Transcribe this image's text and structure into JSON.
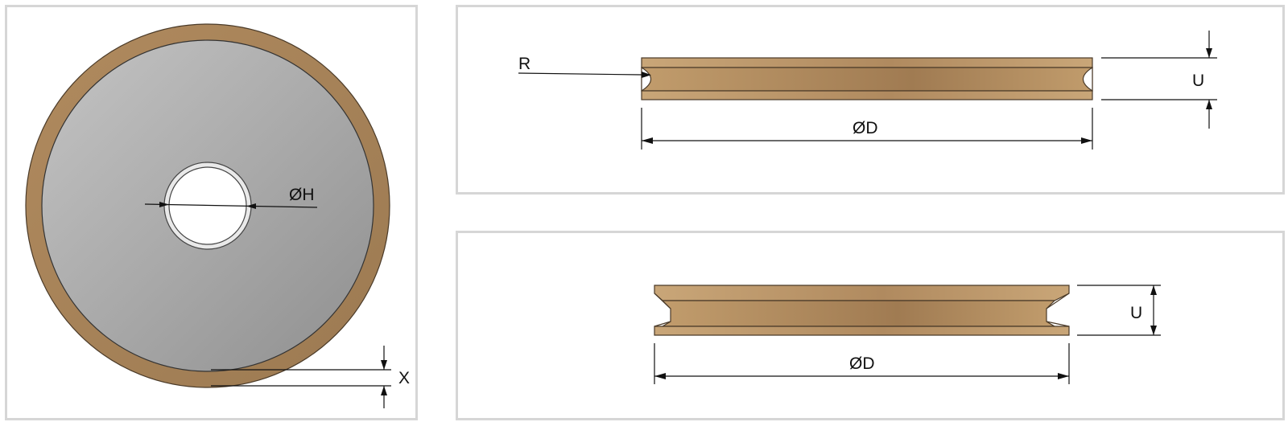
{
  "front_view": {
    "bore_label": "ØH",
    "rim_label": "X"
  },
  "side_view_radius": {
    "radius_label": "R",
    "diameter_label": "ØD",
    "height_label": "U"
  },
  "side_view_v": {
    "diameter_label": "ØD",
    "height_label": "U"
  },
  "colors": {
    "bronze_rim": "#a8845c",
    "grey_face": "#a9a9a9",
    "panel_border": "#d6d6d6"
  }
}
